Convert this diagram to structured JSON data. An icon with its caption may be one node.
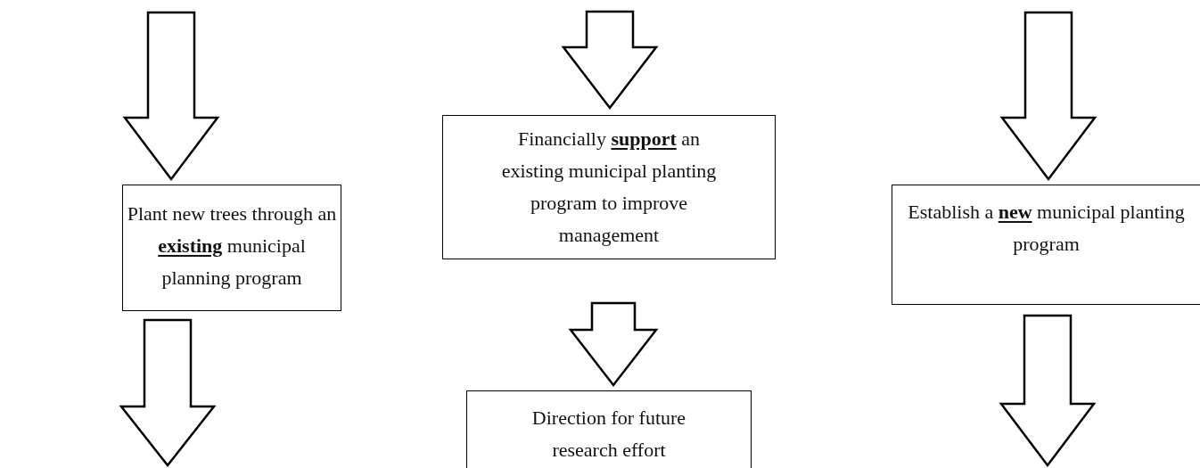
{
  "diagram": {
    "nodes": [
      {
        "text": [
          "Plant new trees through an **existing** municipal planning program"
        ]
      },
      {
        "text": [
          "Financially **support** an existing municipal planting program to improve management"
        ]
      },
      {
        "text": [
          "Direction for future research effort"
        ]
      },
      {
        "text": [
          "Establish a **new** municipal planting program"
        ]
      }
    ],
    "edges": [
      {
        "from": null,
        "to": 0,
        "arrow": "to"
      },
      {
        "from": 0,
        "to": null,
        "arrow": "to"
      },
      {
        "from": null,
        "to": 1,
        "arrow": "to"
      },
      {
        "from": 1,
        "to": 2,
        "arrow": "to"
      },
      {
        "from": null,
        "to": 3,
        "arrow": "to"
      },
      {
        "from": 3,
        "to": null,
        "arrow": "to"
      }
    ]
  }
}
